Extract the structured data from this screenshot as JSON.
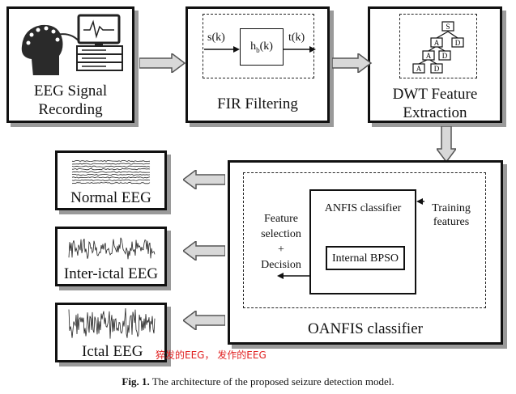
{
  "blocks": {
    "eeg_recording": [
      "EEG Signal",
      "Recording"
    ],
    "fir_filtering": "FIR Filtering",
    "dwt_extraction": [
      "DWT Feature",
      "Extraction"
    ],
    "oanfis": "OANFIS classifier"
  },
  "fir": {
    "input": "s(k)",
    "filter": "h_b(k)",
    "filter_main": "h",
    "filter_sub": "b",
    "filter_arg": "(k)",
    "output": "t(k)"
  },
  "tree_nodes": [
    "S",
    "A",
    "D",
    "A",
    "D",
    "A",
    "D"
  ],
  "oanfis_inner": {
    "anfis": "ANFIS classifier",
    "bpso": "Internal BPSO",
    "decision": [
      "Feature",
      "selection",
      "+",
      "Decision"
    ],
    "training": [
      "Training",
      "features"
    ]
  },
  "outputs": [
    "Normal EEG",
    "Inter-ictal EEG",
    "Ictal EEG"
  ],
  "annotation": "猝发的EEG， 发作的EEG",
  "caption": {
    "prefix": "Fig. 1.",
    "text": "The architecture of the proposed seizure detection model."
  },
  "colors": {
    "annotation": "#e02020",
    "shadow": "#9a9a9a",
    "arrow_fill": "#d8d8d8"
  }
}
